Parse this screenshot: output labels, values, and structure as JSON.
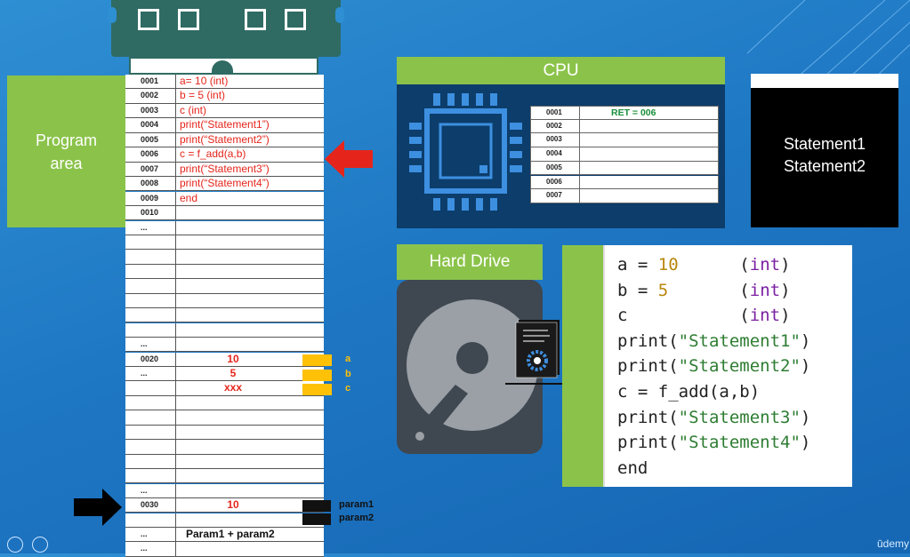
{
  "program_area": {
    "line1": "Program",
    "line2": "area"
  },
  "memory": {
    "rows": [
      {
        "addr": "0001",
        "code": "a= 10 (int)"
      },
      {
        "addr": "0002",
        "code": "b = 5 (int)"
      },
      {
        "addr": "0003",
        "code": "c        (int)"
      },
      {
        "addr": "0004",
        "code": "print(“Statement1”)"
      },
      {
        "addr": "0005",
        "code": "print(“Statement2”)"
      },
      {
        "addr": "0006",
        "code": "c = f_add(a,b)"
      },
      {
        "addr": "0007",
        "code": "print(“Statement3”)"
      },
      {
        "addr": "0008",
        "code": "print(“Statement4”)"
      },
      {
        "addr": "0009",
        "code": "end"
      },
      {
        "addr": "0010",
        "code": ""
      },
      {
        "addr": "...",
        "code": ""
      },
      {
        "addr": "",
        "code": ""
      },
      {
        "addr": "",
        "code": ""
      },
      {
        "addr": "",
        "code": ""
      },
      {
        "addr": "",
        "code": ""
      },
      {
        "addr": "",
        "code": ""
      },
      {
        "addr": "",
        "code": ""
      },
      {
        "addr": "",
        "code": ""
      },
      {
        "addr": "...",
        "code": ""
      },
      {
        "addr": "0020",
        "val": "10"
      },
      {
        "addr": "...",
        "val": "5"
      },
      {
        "addr": "",
        "val": "xxx"
      },
      {
        "addr": "",
        "code": ""
      },
      {
        "addr": "",
        "code": ""
      },
      {
        "addr": "",
        "code": ""
      },
      {
        "addr": "",
        "code": ""
      },
      {
        "addr": "",
        "code": ""
      },
      {
        "addr": "",
        "code": ""
      },
      {
        "addr": "...",
        "code": ""
      },
      {
        "addr": "0030",
        "val": "10"
      },
      {
        "addr": "",
        "code": ""
      },
      {
        "addr": "...",
        "val_black": "Param1 + param2"
      },
      {
        "addr": "...",
        "code": ""
      }
    ]
  },
  "variables": {
    "a": "a",
    "b": "b",
    "c": "c",
    "param1": "param1",
    "param2": "param2"
  },
  "cpu": {
    "title": "CPU",
    "registers": [
      {
        "addr": "0001",
        "val": "RET = 006"
      },
      {
        "addr": "0002",
        "val": ""
      },
      {
        "addr": "0003",
        "val": ""
      },
      {
        "addr": "0004",
        "val": ""
      },
      {
        "addr": "0005",
        "val": ""
      },
      {
        "addr": "0006",
        "val": ""
      },
      {
        "addr": "0007",
        "val": ""
      }
    ]
  },
  "output": {
    "line1": "Statement1",
    "line2": "Statement2"
  },
  "hard_drive": {
    "title": "Hard Drive"
  },
  "source_code": {
    "lines": [
      [
        "a = ",
        "10",
        "      (int)"
      ],
      [
        "b = ",
        "5",
        "       (int)"
      ],
      [
        "c ",
        "",
        "          (int)"
      ],
      [
        "print(",
        "\"Statement1\"",
        ")"
      ],
      [
        "print(",
        "\"Statement2\"",
        ")"
      ],
      [
        "c = f_add(a,b)",
        "",
        ""
      ],
      [
        "print(",
        "\"Statement3\"",
        ")"
      ],
      [
        "print(",
        "\"Statement4\"",
        ")"
      ],
      [
        "end",
        "",
        ""
      ]
    ]
  },
  "brand": "ūdemy",
  "colors": {
    "green": "#8bc34a",
    "red": "#e5251b",
    "navy": "#0c3d6b",
    "yellow": "#ffc107"
  }
}
